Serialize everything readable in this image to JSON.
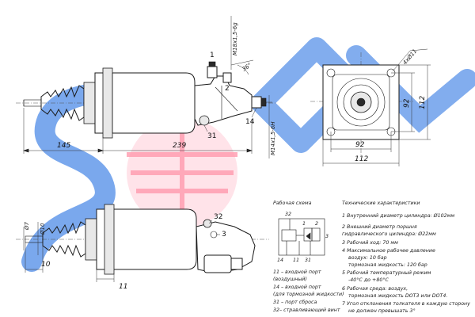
{
  "colors": {
    "watermark_blue": "#1e5fd6",
    "watermark_pink": "#ff6f8a",
    "line": "#1a1a1a"
  },
  "top_view": {
    "dim_145": "145",
    "dim_239": "239",
    "thread_top": "M18x1,5-6g",
    "thread_side": "M14x1,5-6H",
    "angle": "36°",
    "part_1": "1",
    "part_2": "2",
    "part_14": "14",
    "part_31": "31"
  },
  "flange_view": {
    "holes": "4xØ11",
    "dim_92_v": "92",
    "dim_112_v": "112",
    "dim_92_h": "92",
    "dim_112_h": "112"
  },
  "bottom_view": {
    "dia_7": "Ø7",
    "dia_10": "Ø10",
    "dim_10": "10",
    "dim_11": "11",
    "part_3": "3",
    "part_32": "32"
  },
  "scheme": {
    "title": "Рабочая схема",
    "port_32": "32",
    "port_1": "1",
    "port_2": "2",
    "port_14": "14",
    "port_11": "11",
    "port_31": "31",
    "port_3": "3"
  },
  "legend": [
    "11 – входной порт",
    "(воздушный)",
    "14 – входной порт",
    "(для тормозной жидкости)",
    "31 – порт сброса",
    "32– стравливающий винт"
  ],
  "specs": {
    "title": "Технические характеристики",
    "lines": [
      "1 Внутренний диаметр цилиндра: Ø102мм",
      "2 Внешний диаметр поршня",
      "гидравлического цилиндра: Ø22мм",
      "3 Рабочий ход: 70 мм",
      "4 Максимальное рабочее давление",
      "воздух: 10 бар",
      "тормозная жидкость: 120 бар",
      "5 Рабочий температурный режим",
      "-40°С до +80°С",
      "6 Рабочая среда: воздух,",
      "тормозная жидкость DOT3 или DOT4.",
      "7 Угол отклонения толкателя в каждую сторону",
      "не должен превышать 3°"
    ]
  }
}
